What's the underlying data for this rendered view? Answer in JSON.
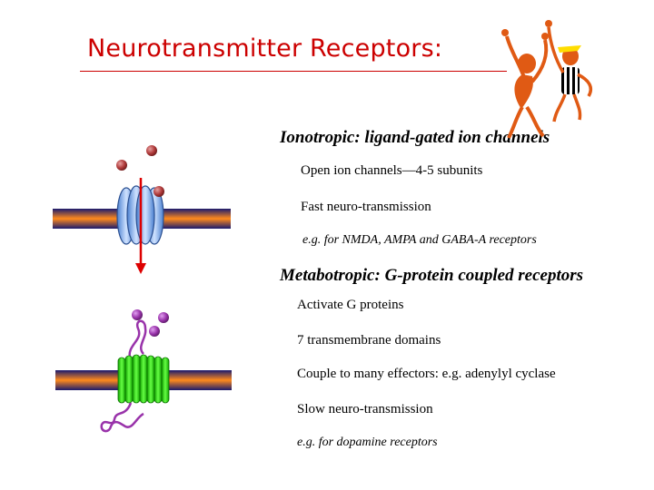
{
  "title": "Neurotransmitter Receptors:",
  "ionotropic": {
    "heading": "Ionotropic: ligand-gated ion channels",
    "items": [
      "Open ion channels—4-5 subunits",
      "Fast neuro-transmission",
      "e.g. for NMDA, AMPA and GABA-A receptors"
    ]
  },
  "metabotropic": {
    "heading": "Metabotropic: G-protein coupled receptors",
    "items": [
      "Activate G proteins",
      "7 transmembrane domains",
      "Couple to many effectors: e.g. adenylyl cyclase",
      "Slow neuro-transmission",
      "e.g. for dopamine receptors"
    ]
  },
  "colors": {
    "title": "#cc0000",
    "membrane_edge": "#1a1a6e",
    "membrane_center": "#ff8a1c",
    "ion_channel": "#8fb8f0",
    "gpcr": "#22dd00",
    "ligand_red": "#b03a3a",
    "ligand_purple": "#9933aa",
    "arrow": "#dd0000"
  }
}
